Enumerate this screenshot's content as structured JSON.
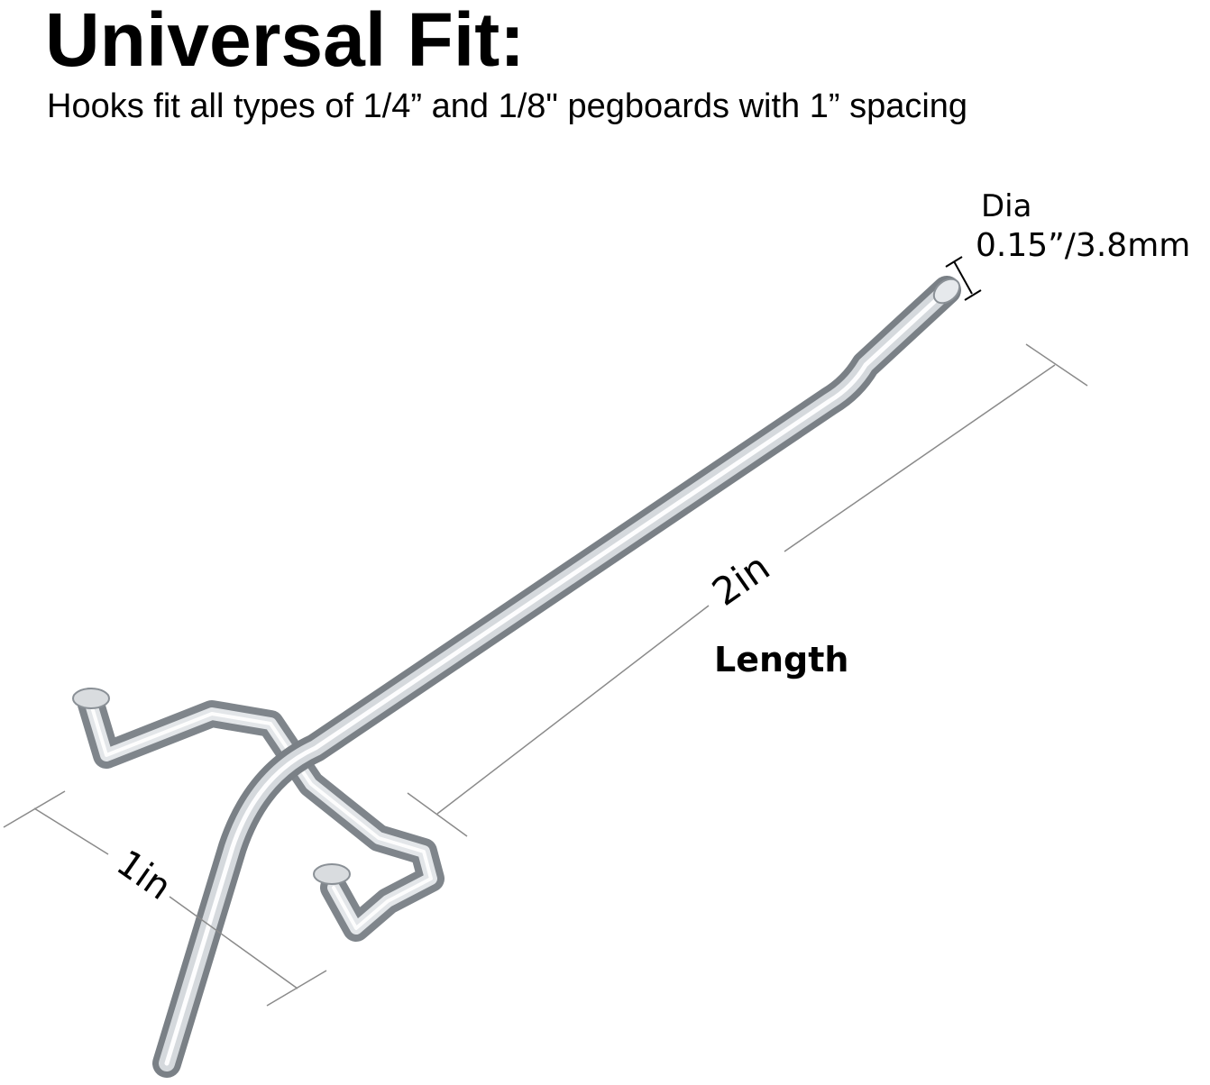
{
  "header": {
    "title": "Universal Fit:",
    "subtitle": "Hooks fit all types of 1/4” and 1/8\" pegboards with 1” spacing"
  },
  "diagram": {
    "diameter_label_line1": "Dia",
    "diameter_label_line2": "0.15”/3.8mm",
    "length_value": "2in",
    "length_label": "Length",
    "depth_value": "1in"
  },
  "colors": {
    "text": "#000000",
    "dimension_line": "#8a8a8a",
    "metal_dark": "#7f858b",
    "metal_mid": "#c9ced3",
    "metal_light": "#f4f6f8",
    "background": "#ffffff"
  }
}
